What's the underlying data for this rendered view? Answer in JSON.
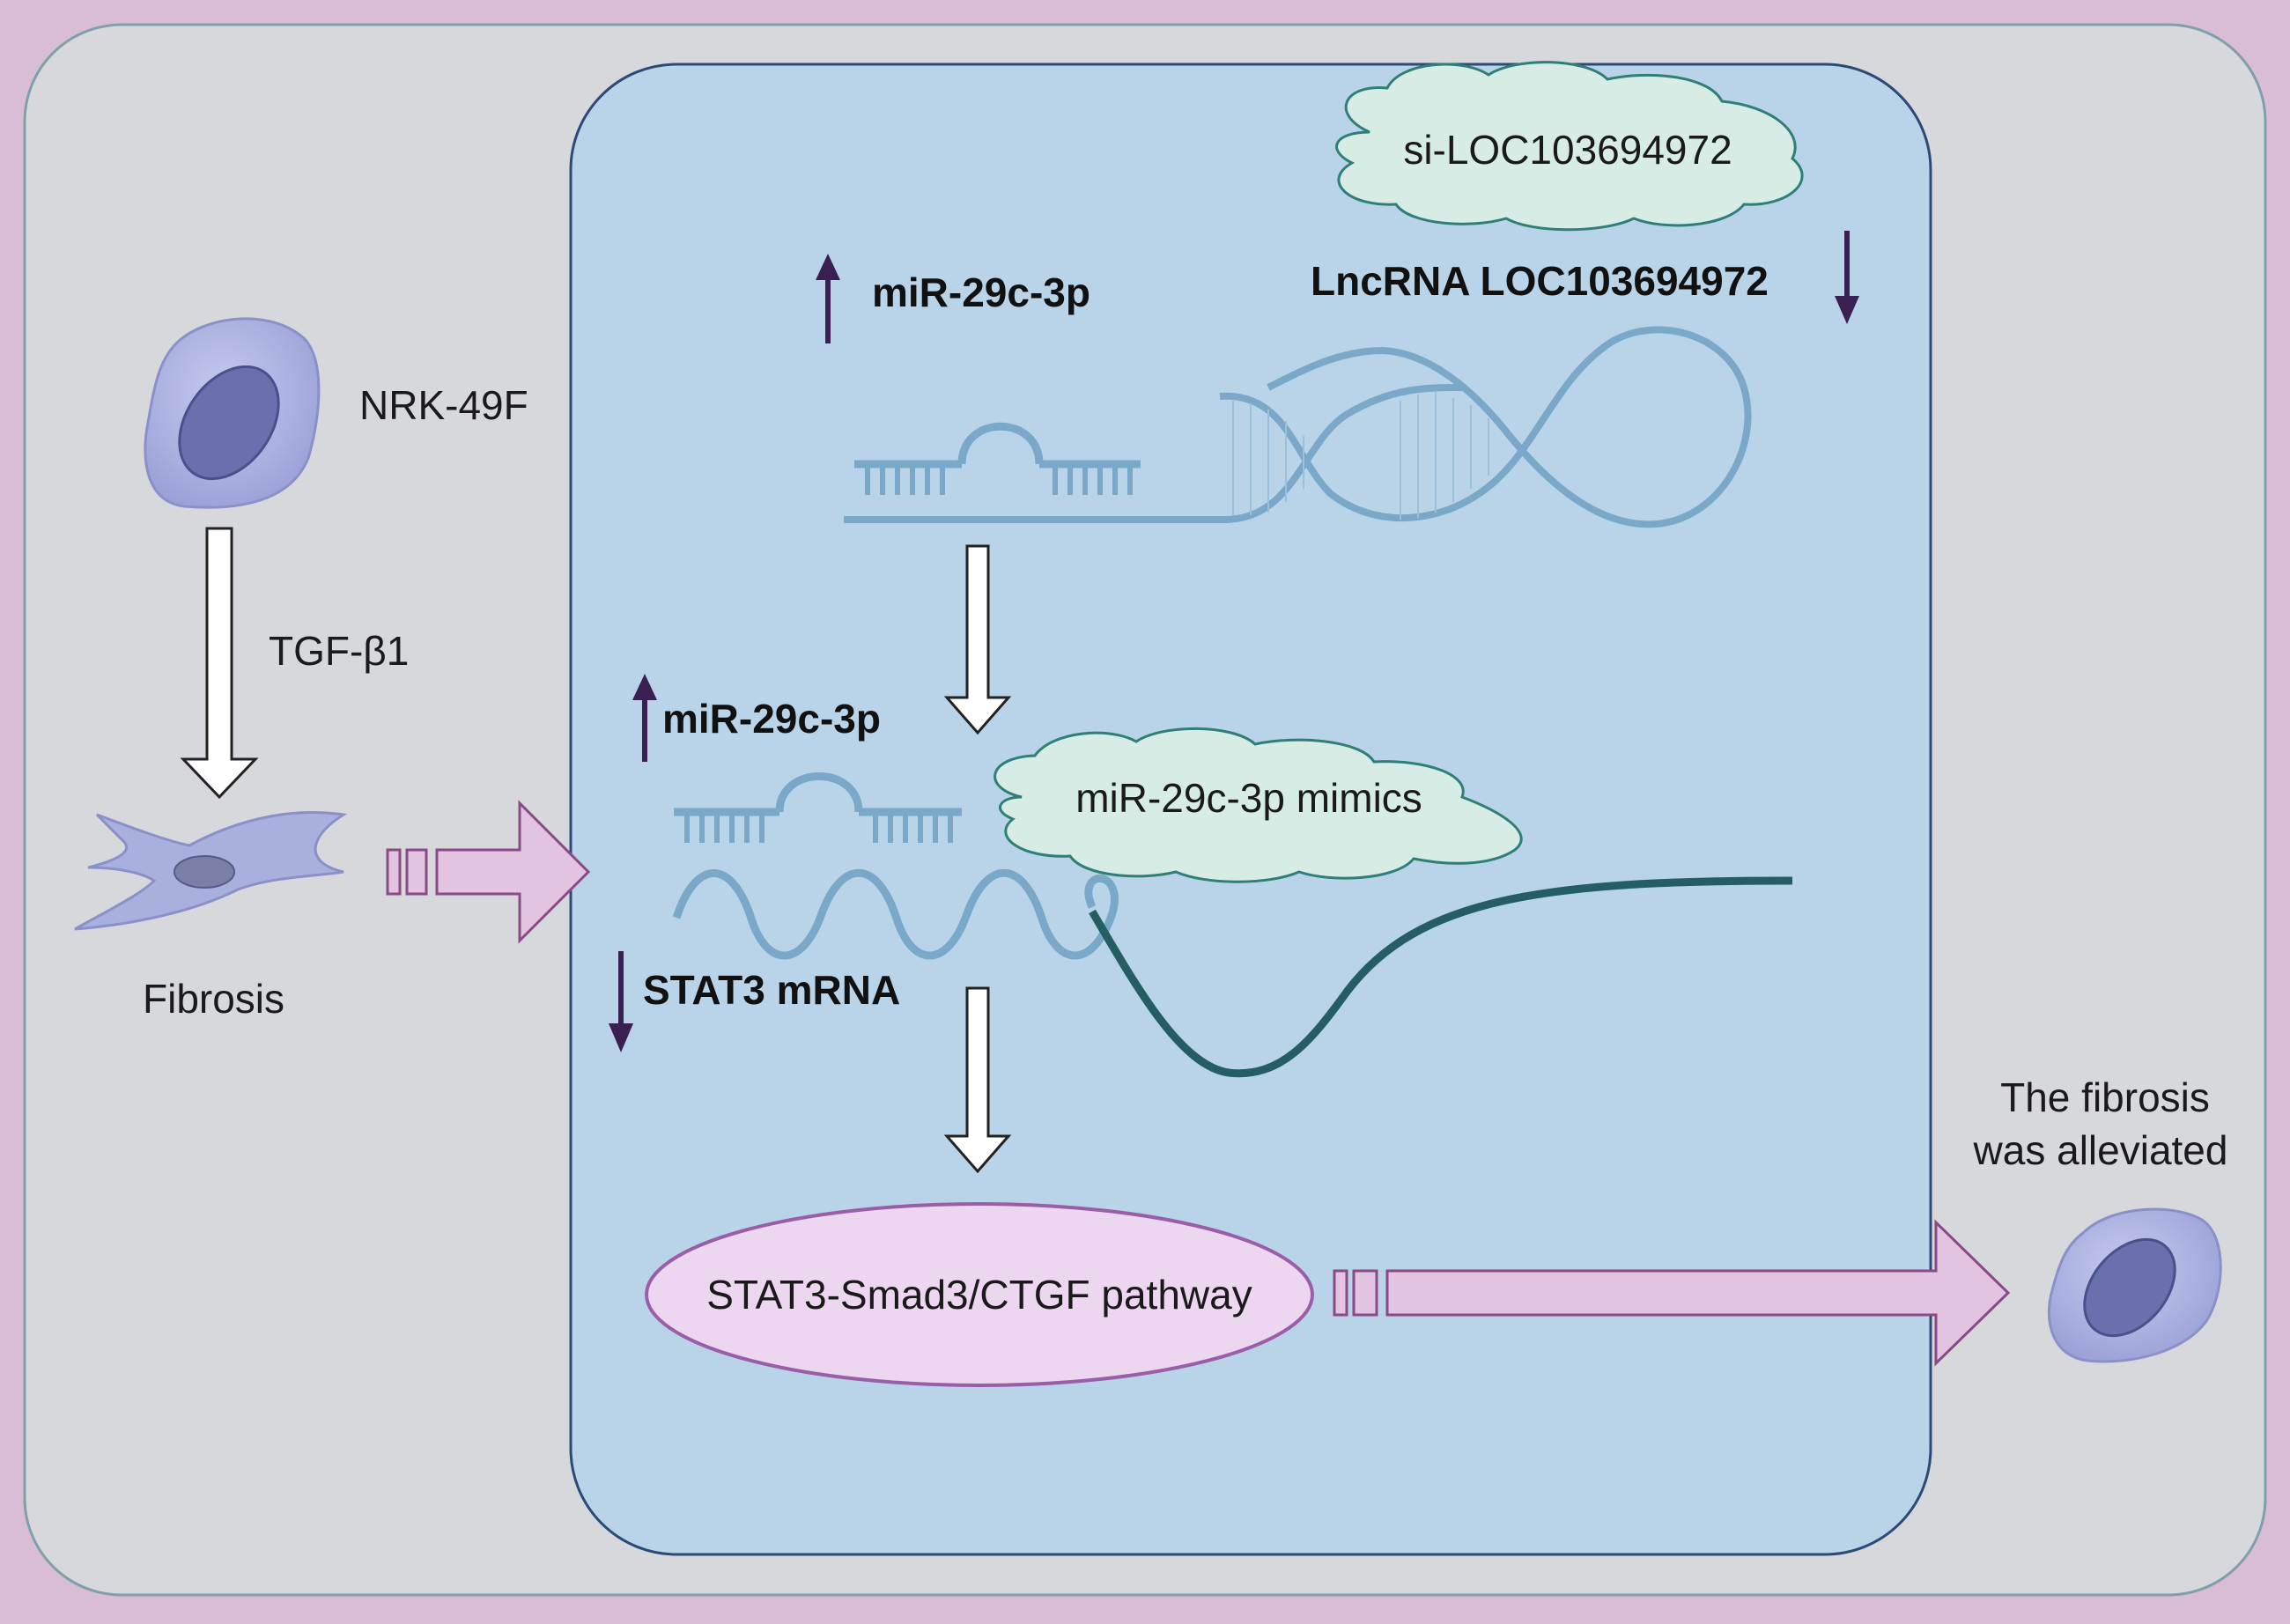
{
  "colors": {
    "frame": "#d9bcd6",
    "outer_panel": "#d6d8dc",
    "inner_panel": "#b9d4e8",
    "inner_border": "#2c4a78",
    "cloud_fill": "#d7ece5",
    "cloud_stroke": "#2f7f78",
    "rna_strand": "#7aa8c8",
    "mrna_tail": "#245e64",
    "up_down_arrow": "#3a1f52",
    "pink_arrow": "#e2c4e0",
    "pink_arrow_stroke": "#8a4a86",
    "pathway_fill": "#ecd6f0",
    "pathway_stroke": "#9a5ea8",
    "cell_fill": "#aab0de",
    "nucleus_fill": "#6a6fae"
  },
  "icons": {
    "normal_cell": "cell-icon",
    "fibroblast": "fibroblast-icon",
    "recovered_cell": "cell-icon",
    "mirna_hairpin": "mirna-icon",
    "lncrna_loop": "lncrna-icon"
  },
  "labels": {
    "nrk": "NRK-49F",
    "tgf": "TGF-β1",
    "fibrosis": "Fibrosis",
    "si_loc": "si-LOC103694972",
    "mir_top": "miR-29c-3p",
    "lncrna": "LncRNA LOC103694972",
    "mir_mid": "miR-29c-3p",
    "mimics": "miR-29c-3p mimics",
    "stat3_mrna": "STAT3 mRNA",
    "pathway": "STAT3-Smad3/CTGF pathway",
    "outcome_line1": "The fibrosis",
    "outcome_line2": "was alleviated"
  }
}
